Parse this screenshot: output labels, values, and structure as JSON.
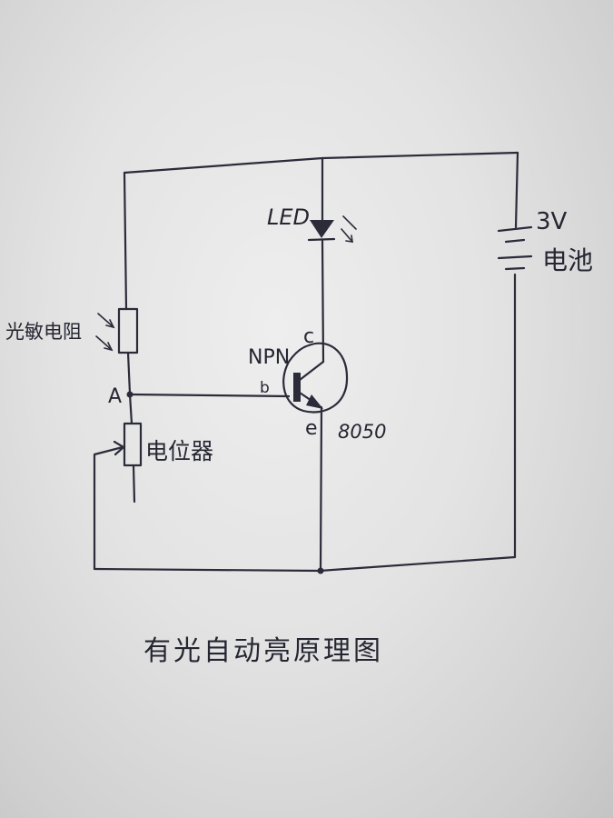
{
  "labels": {
    "led": "LED",
    "battery_voltage": "3V",
    "battery_name": "电池",
    "photoresistor": "光敏电阻",
    "node_a": "A",
    "transistor_type": "NPN",
    "collector": "c",
    "base": "b",
    "emitter": "e",
    "transistor_model": "8050",
    "potentiometer": "电位器"
  },
  "caption": "有光自动亮原理图",
  "colors": {
    "ink": "#2b2b3a",
    "paper": "#e6e6e6"
  }
}
